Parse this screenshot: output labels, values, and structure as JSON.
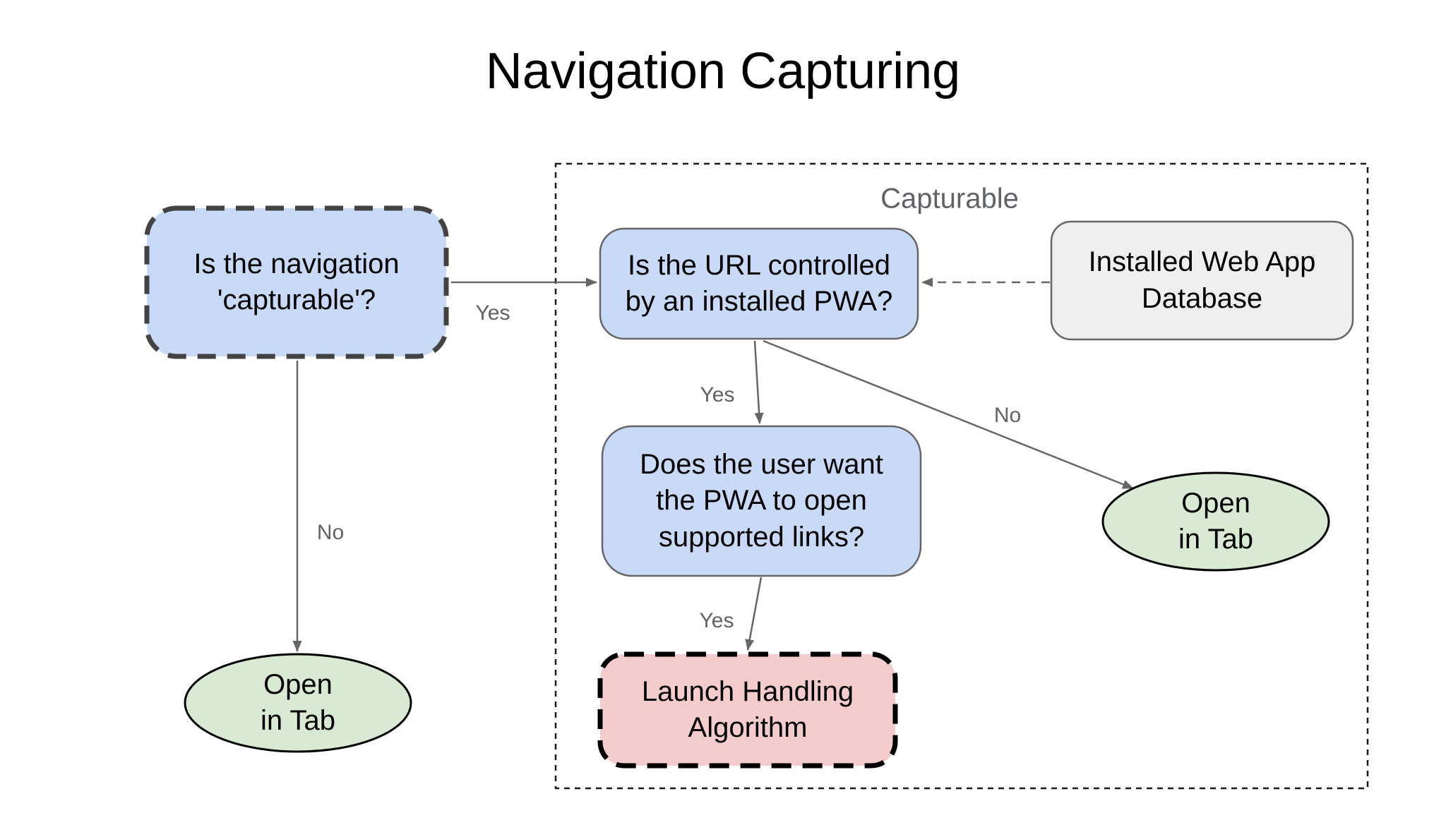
{
  "title": "Navigation Capturing",
  "diagram": {
    "group_label": "Capturable",
    "nodes": {
      "nav_capturable": {
        "label": "Is the navigation\n'capturable'?"
      },
      "url_controlled": {
        "label": "Is the URL controlled\nby an installed PWA?"
      },
      "installed_db": {
        "label": "Installed Web App\nDatabase"
      },
      "user_want": {
        "label": "Does the user want\nthe PWA to open\nsupported links?"
      },
      "launch_handling": {
        "label": "Launch Handling\nAlgorithm"
      },
      "open_in_tab_left": {
        "label": "Open\nin Tab"
      },
      "open_in_tab_right": {
        "label": "Open\nin Tab"
      }
    },
    "edge_labels": {
      "capturable_yes": "Yes",
      "capturable_no": "No",
      "url_yes": "Yes",
      "url_no": "No",
      "user_yes": "Yes"
    },
    "colors": {
      "decision_fill": "#c9daf8",
      "terminal_fill": "#d9ead3",
      "process_fill": "#f4cccc",
      "database_fill": "#efefef",
      "solid_border": "#666666",
      "dashed_border_dark": "#434343",
      "black_border": "#000000",
      "arrow": "#666666",
      "label_text": "#5f6368"
    }
  }
}
